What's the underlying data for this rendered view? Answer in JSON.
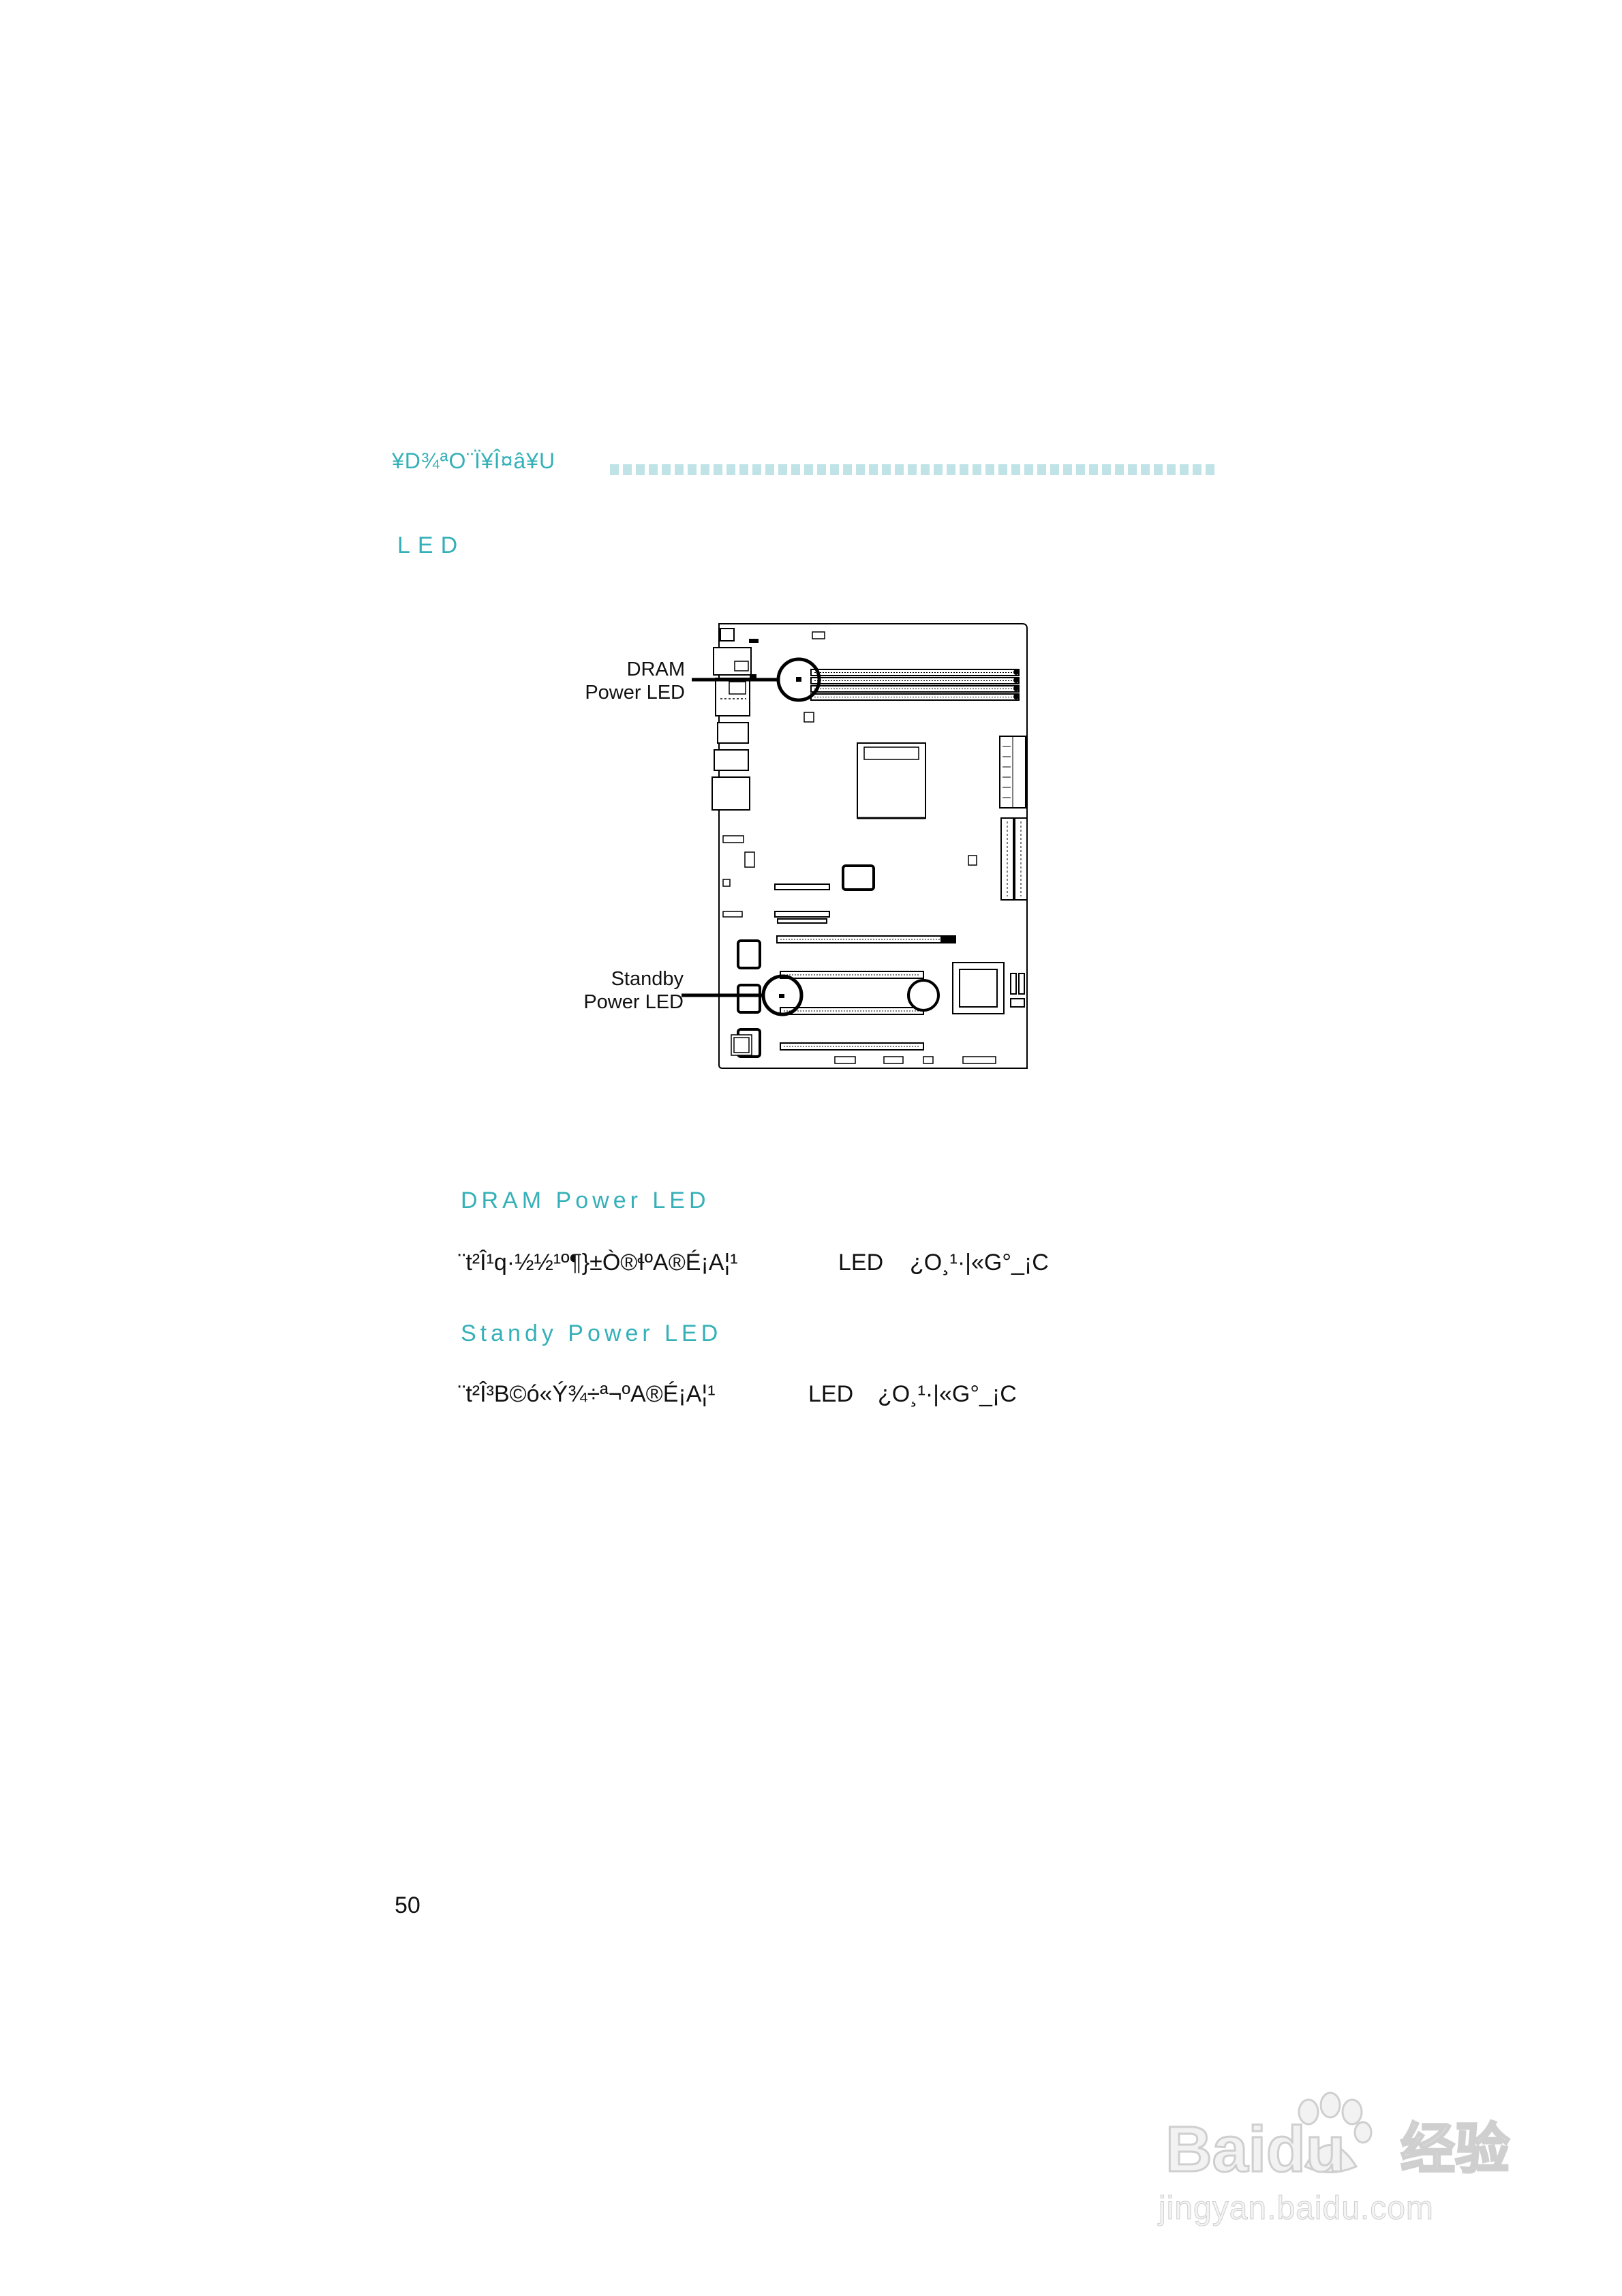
{
  "header": {
    "title": "¥D¾ªO¨Ï¥Î¤â¥U"
  },
  "section": {
    "title": "LED"
  },
  "diagram": {
    "callout_dram": [
      "DRAM",
      "Power LED"
    ],
    "callout_standby": [
      "Standby",
      "Power LED"
    ]
  },
  "entries": [
    {
      "title": "DRAM Power LED",
      "text_prefix": "¨t²Î¹q·½½¹º¶}±Ò®ɬº­A®É¡A¦¹",
      "led": "LED",
      "text_suffix": "¿O¸¹·|«G°_¡C"
    },
    {
      "title": "Standy Power LED",
      "text_prefix": "¨t²Î³B©ó«Ý¾÷ª¬º­A®É¡A¦¹",
      "led": "LED",
      "text_suffix": "¿O¸¹·|«G°_¡C"
    }
  ],
  "footer": {
    "page_number": "50"
  },
  "watermark": {
    "brand": "Baidu",
    "cn": "经验",
    "url": "jingyan.baidu.com"
  }
}
